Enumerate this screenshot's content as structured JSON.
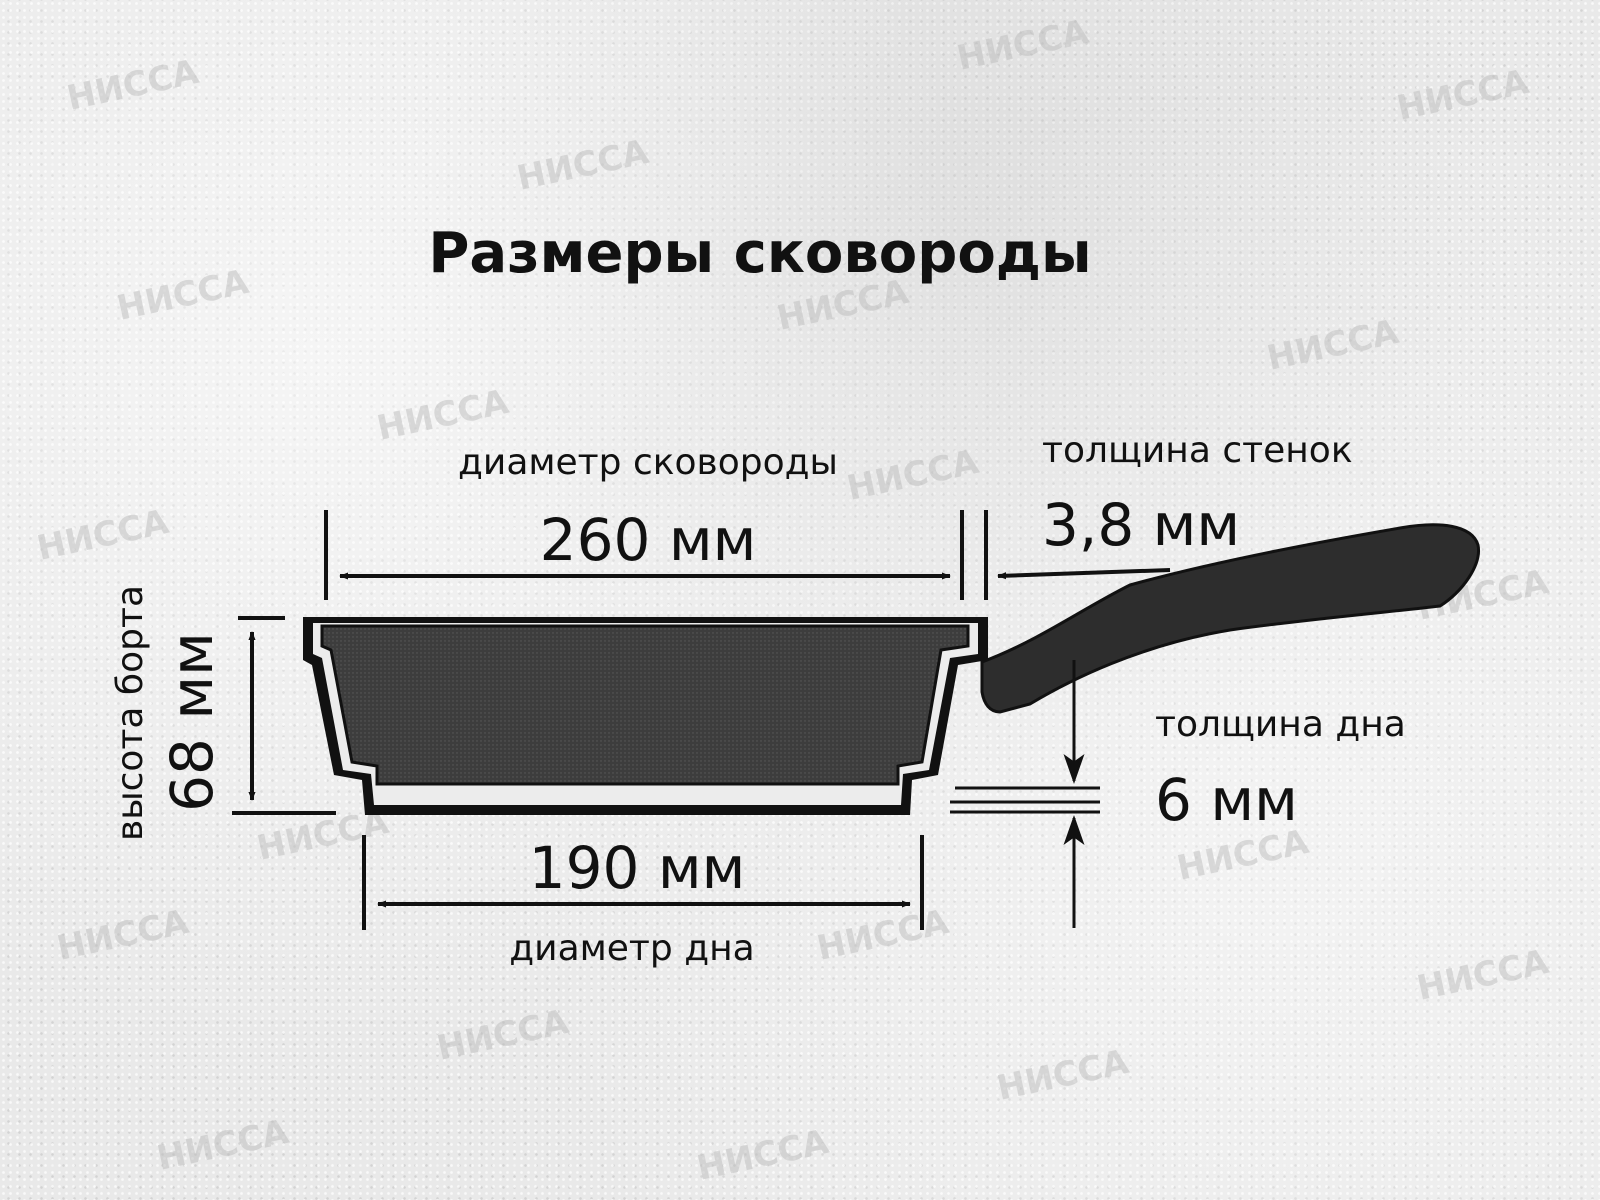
{
  "title": "Размеры сковороды",
  "watermark": "НИССА",
  "top_diameter": {
    "label": "диаметр сковороды",
    "value": "260 мм"
  },
  "wall_thickness": {
    "label": "толщина стенок",
    "value": "3,8 мм"
  },
  "side_height": {
    "label": "высота борта",
    "value": "68 мм"
  },
  "bottom_diameter": {
    "label": "диаметр дна",
    "value": "190 мм"
  },
  "bottom_thickness": {
    "label": "толщина дна",
    "value": "6 мм"
  },
  "colors": {
    "ink": "#111111",
    "pan_fill": "#3a3a3a",
    "background": "#e9e9e9"
  }
}
